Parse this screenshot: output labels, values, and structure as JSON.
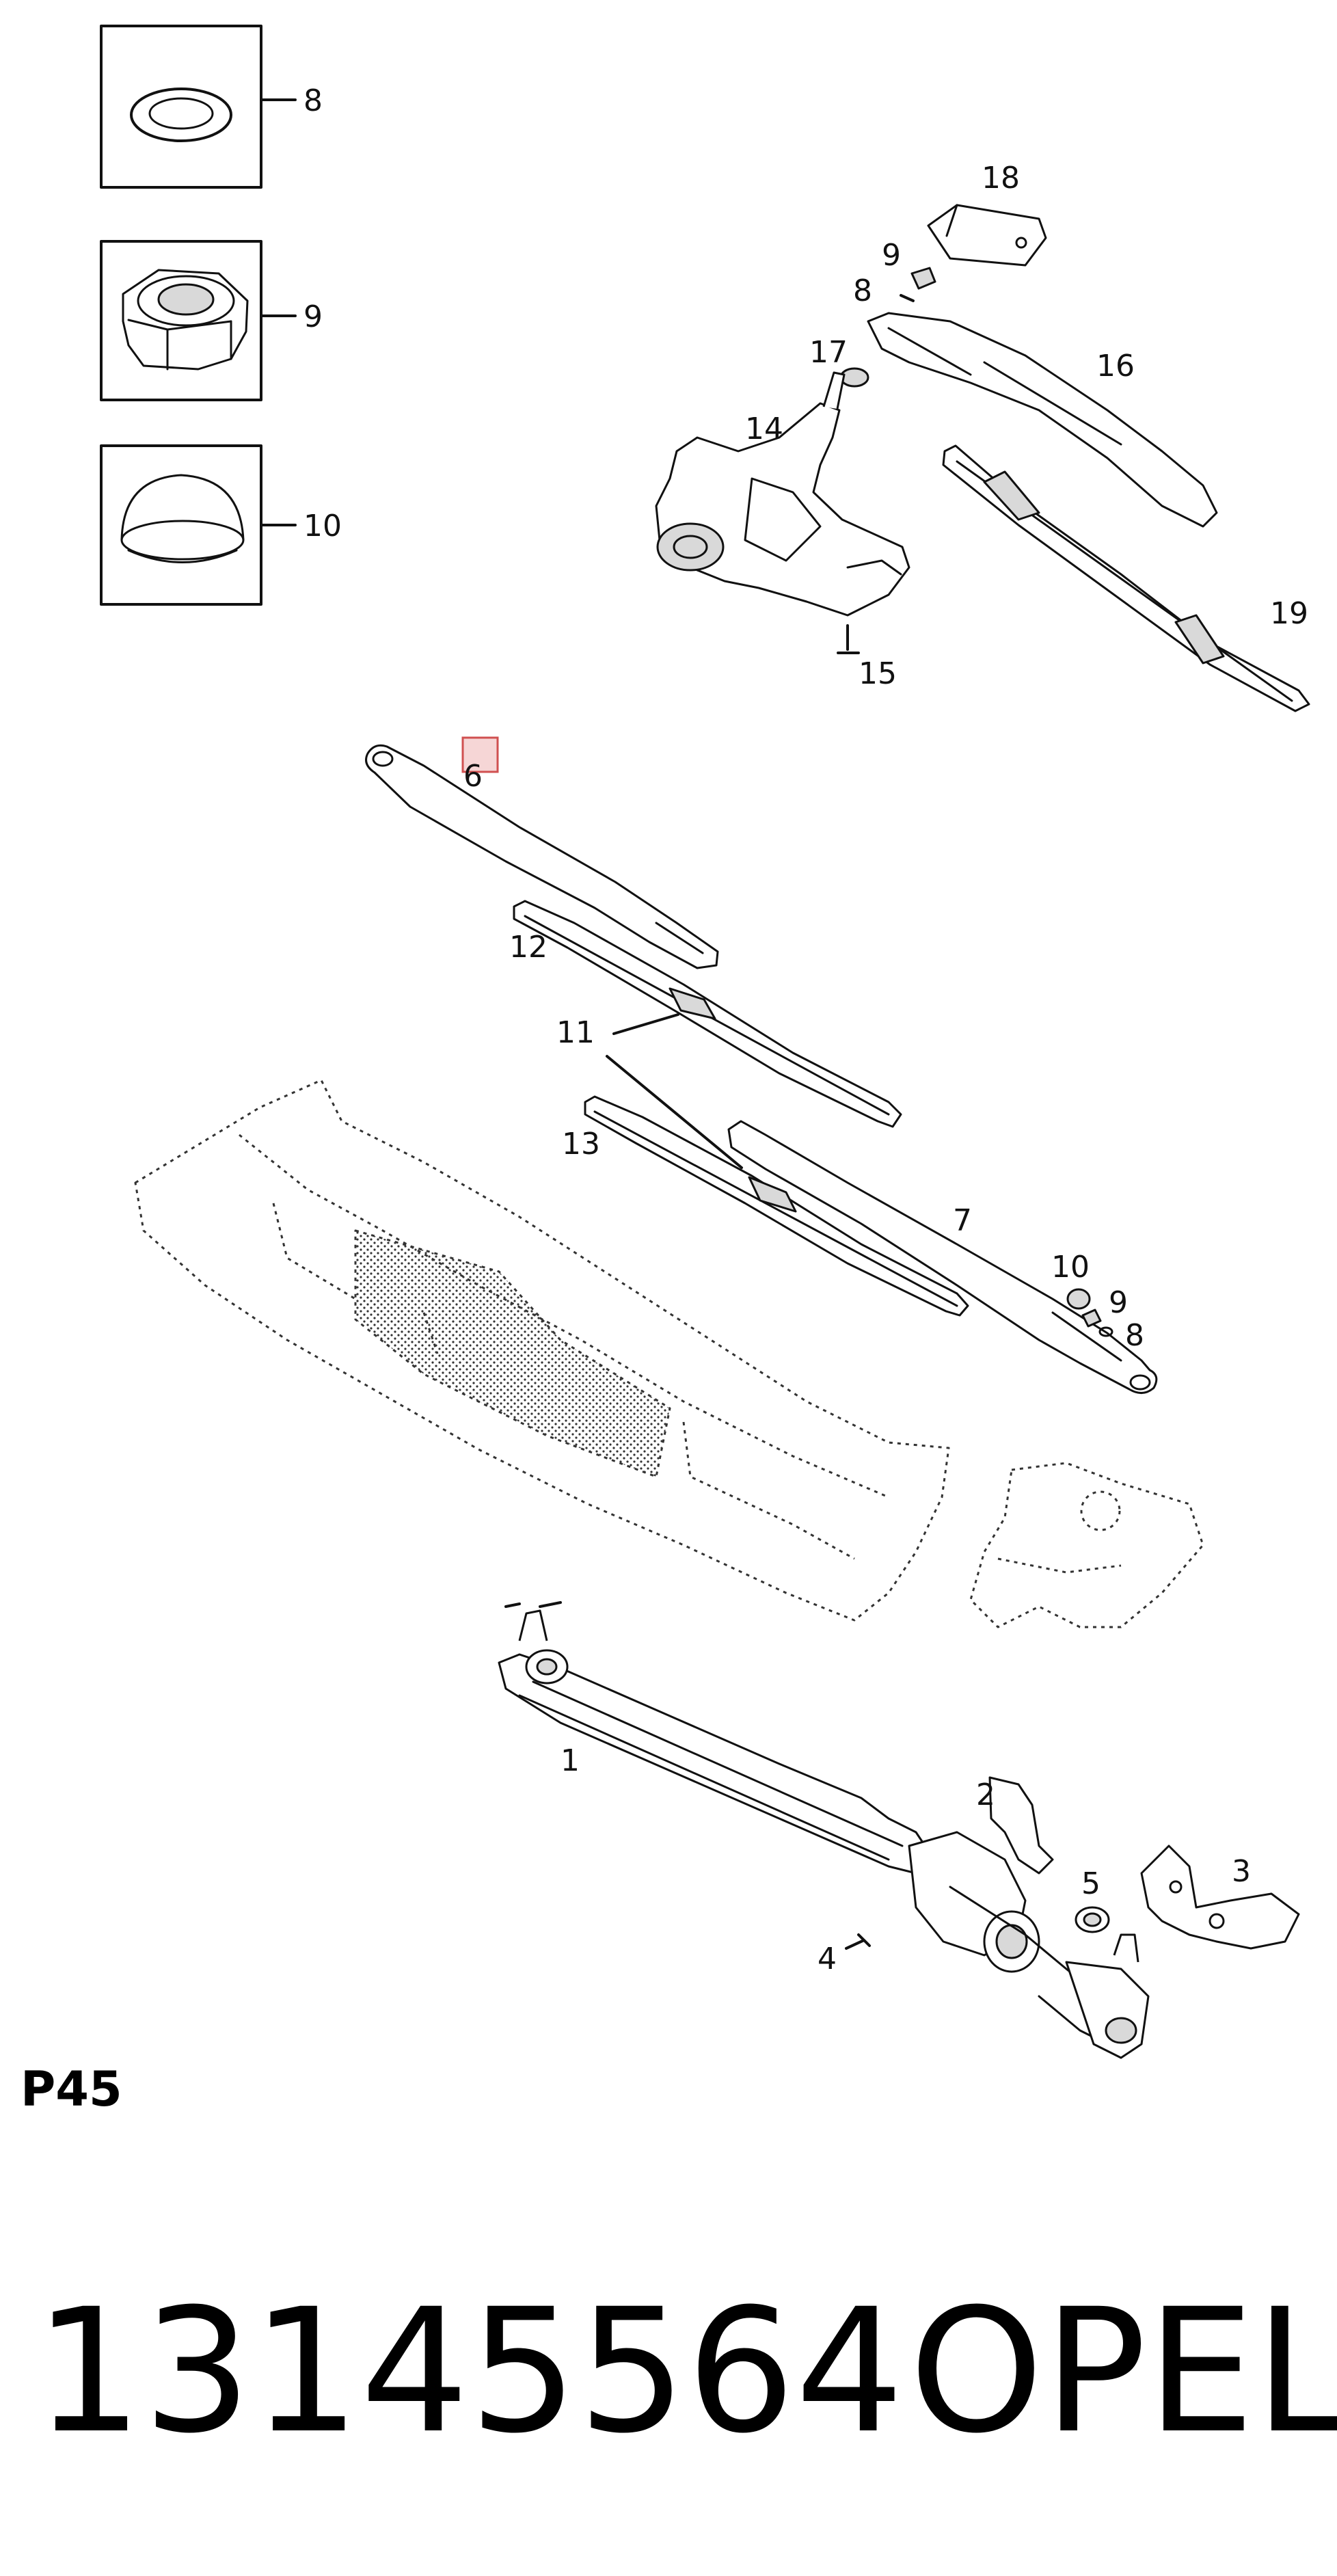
{
  "callouts": {
    "c8_box": "8",
    "c9_box": "9",
    "c10_box": "10",
    "c18": "18",
    "c9_rear": "9",
    "c8_rear": "8",
    "c17": "17",
    "c16": "16",
    "c14": "14",
    "c19": "19",
    "c15": "15",
    "c6": "6",
    "c12": "12",
    "c11": "11",
    "c13": "13",
    "c7": "7",
    "c10_front": "10",
    "c9_front": "9",
    "c8_front": "8",
    "c1": "1",
    "c2": "2",
    "c3": "3",
    "c5": "5",
    "c4": "4"
  },
  "section_code": "P45",
  "part_number": "13145564",
  "brand": "OPEL",
  "highlight_color": "#e8a0a0"
}
